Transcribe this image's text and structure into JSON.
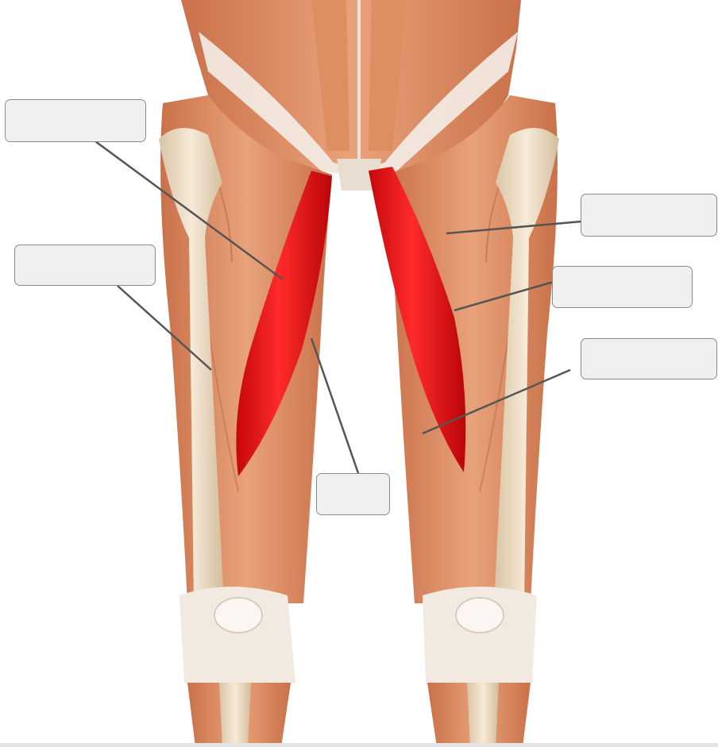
{
  "figure": {
    "subject": "thigh-muscles-anterior-view",
    "highlighted_muscle_color": "#e8151a",
    "muscle_color": "#e0946a",
    "bone_color": "#efdcc2",
    "tendon_color": "#f4ece4",
    "leader_line_color": "#555555"
  },
  "label_boxes": [
    {
      "id": "box-upper-left",
      "text": ""
    },
    {
      "id": "box-mid-left",
      "text": ""
    },
    {
      "id": "box-center-bottom",
      "text": ""
    },
    {
      "id": "box-upper-right",
      "text": ""
    },
    {
      "id": "box-mid-right",
      "text": ""
    },
    {
      "id": "box-lower-right",
      "text": ""
    }
  ]
}
